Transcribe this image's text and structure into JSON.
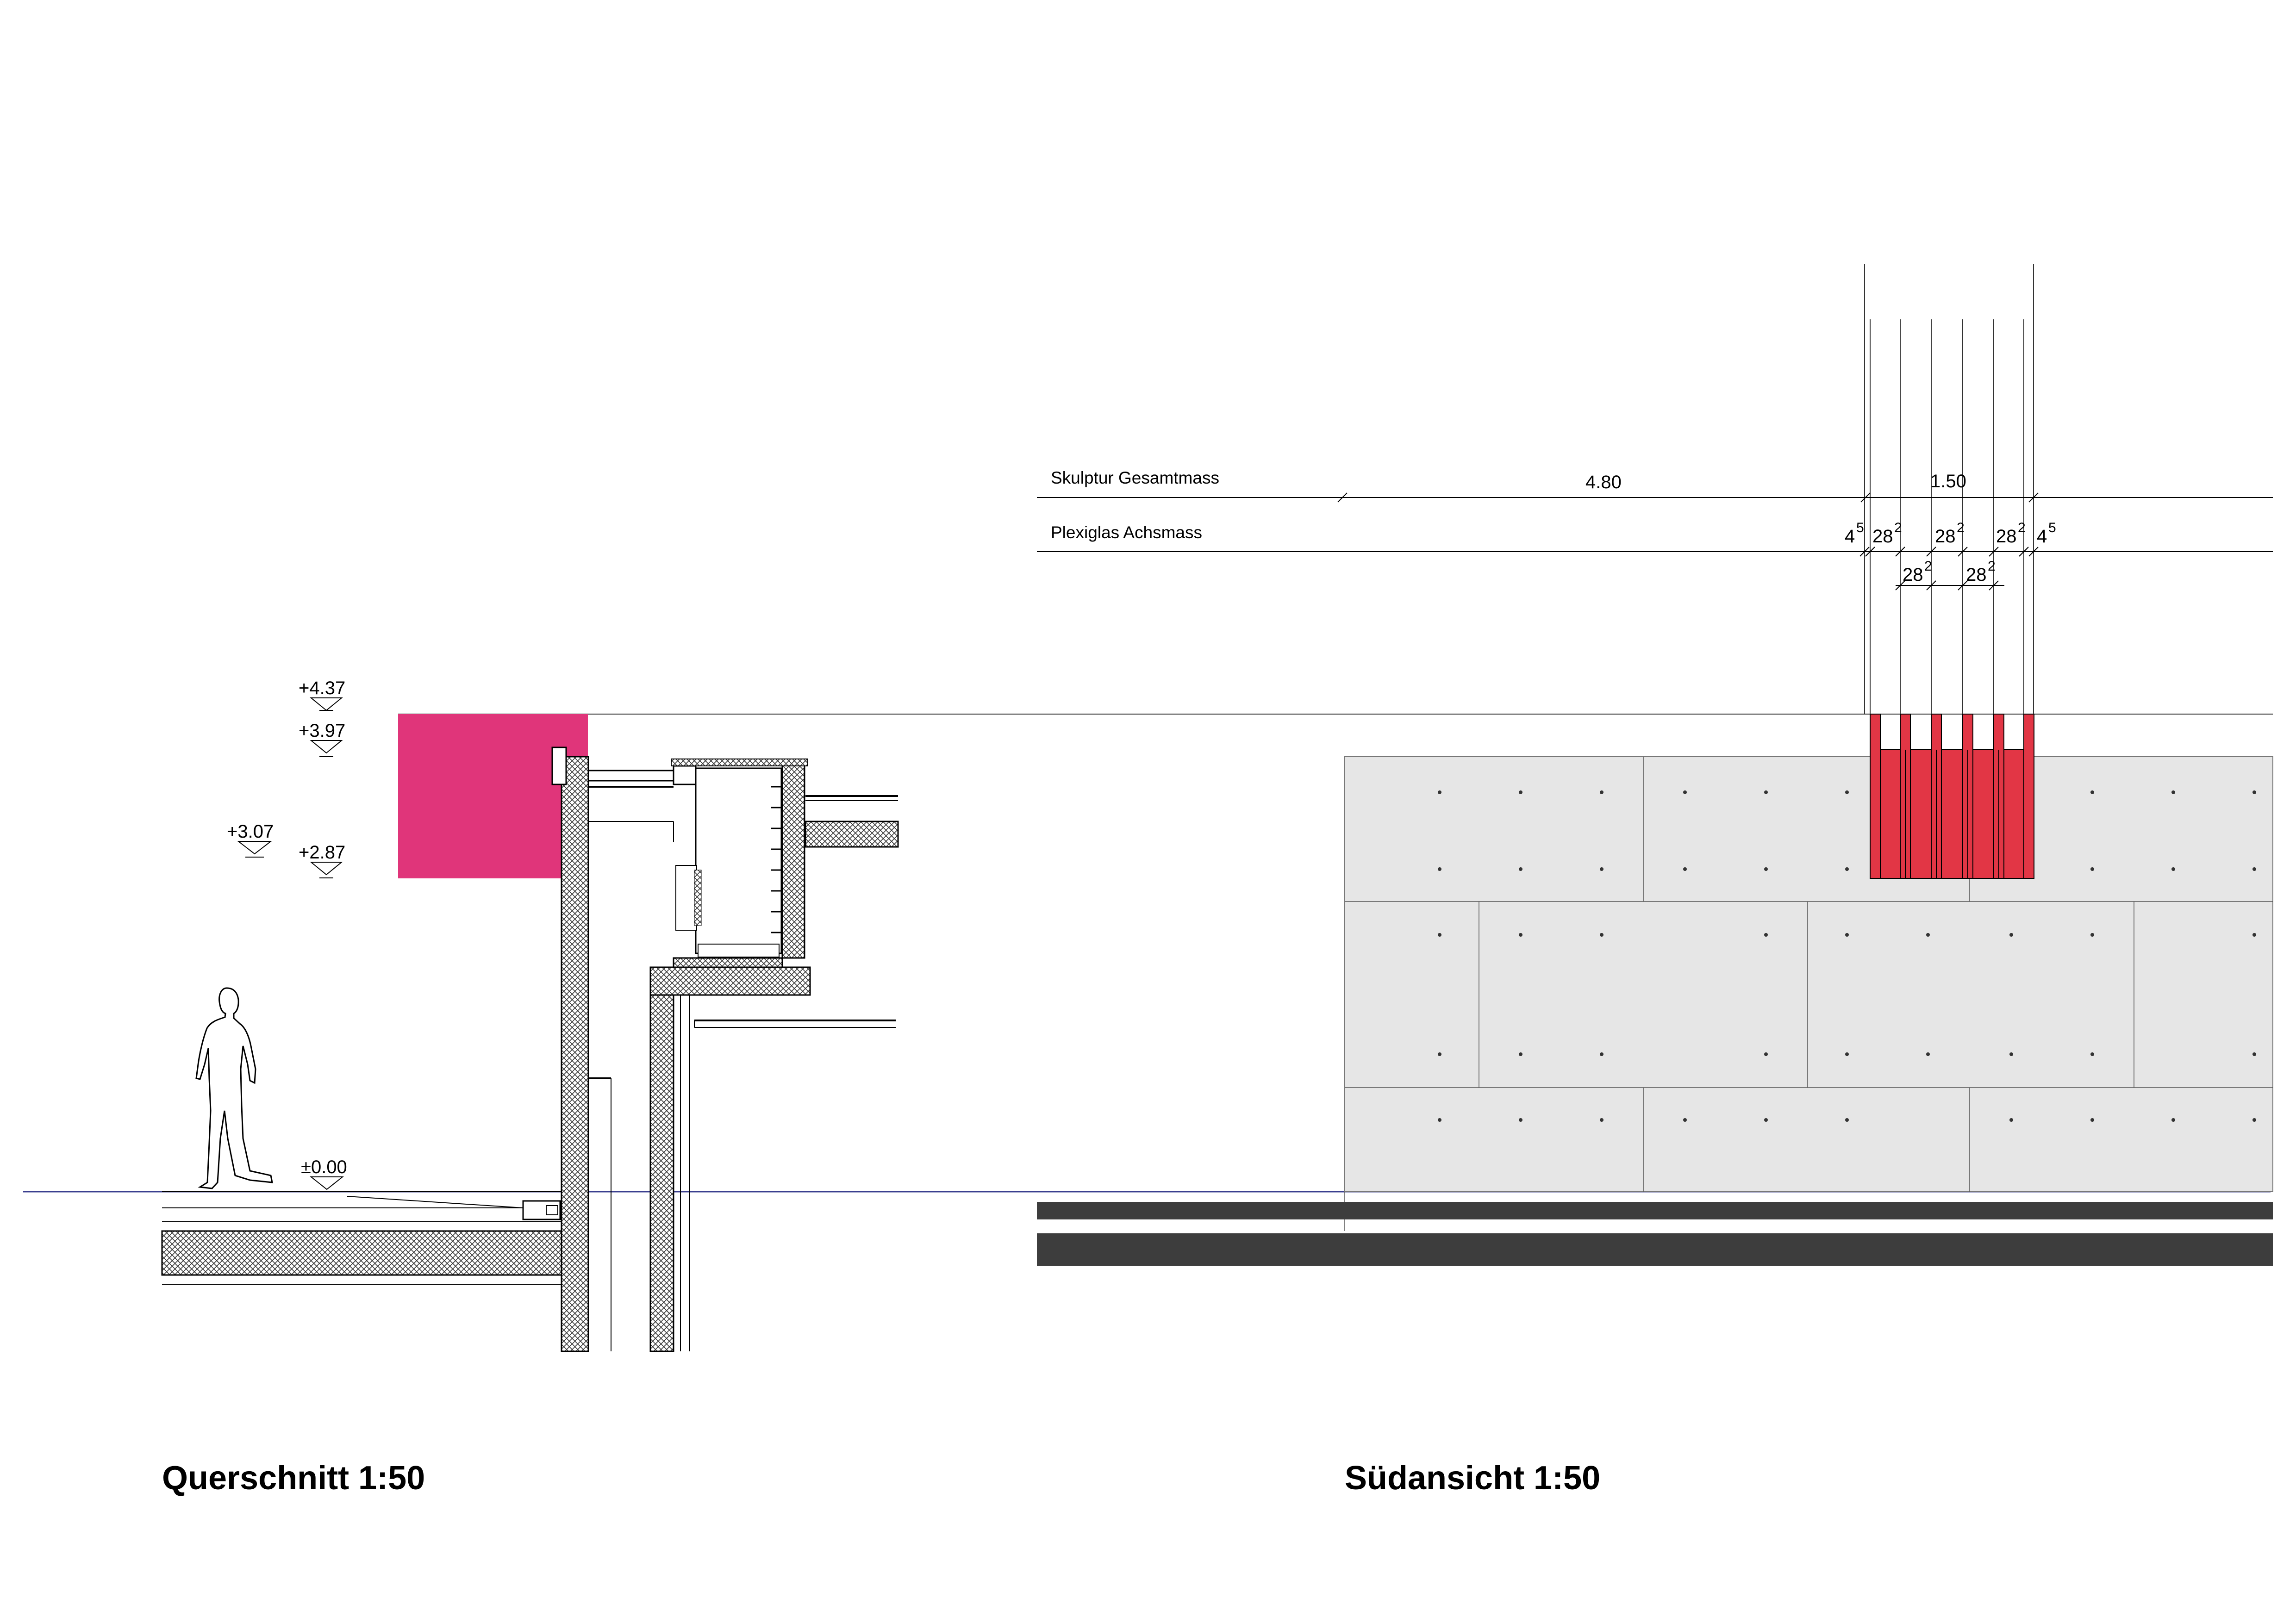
{
  "titles": {
    "left": "Querschnitt 1:50",
    "right": "Südansicht 1:50"
  },
  "levels": [
    "+4.37",
    "+3.97",
    "+3.07",
    "+2.87",
    "±0.00"
  ],
  "dimension_rows": {
    "row1_label": "Skulptur Gesamtmass",
    "row1_value_a": "4.80",
    "row1_value_b": "1.50",
    "row2_label": "Plexiglas Achsmass"
  },
  "dimension_chain_top": [
    {
      "base": "4",
      "sup": "5"
    },
    {
      "base": "28",
      "sup": "2"
    },
    {
      "base": "28",
      "sup": "2"
    },
    {
      "base": "28",
      "sup": "2"
    },
    {
      "base": "4",
      "sup": "5"
    }
  ],
  "dimension_chain_bottom": [
    {
      "base": "28",
      "sup": "2"
    },
    {
      "base": "28",
      "sup": "2"
    }
  ],
  "colors": {
    "sculpture_magenta": "#e0357a",
    "plexiglass_red": "#e23645",
    "concrete_panel": "#e6e6e6",
    "ground_bands": "#3d3d3d",
    "ground_line": "#3b3f8f"
  }
}
